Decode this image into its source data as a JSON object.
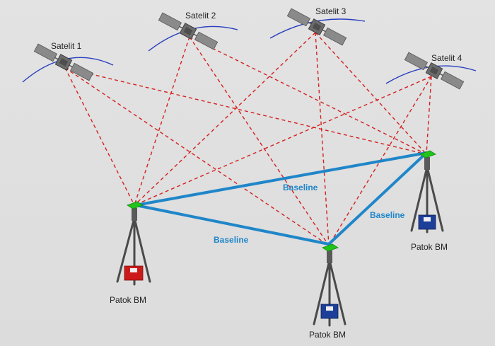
{
  "satellites": [
    {
      "id": "sat1",
      "label": "Satelit 1"
    },
    {
      "id": "sat2",
      "label": "Satelit 2"
    },
    {
      "id": "sat3",
      "label": "Satelit 3"
    },
    {
      "id": "sat4",
      "label": "Satelit 4"
    }
  ],
  "receivers": [
    {
      "id": "rx1",
      "label": "Patok BM",
      "case_color": "#cc1a1a"
    },
    {
      "id": "rx2",
      "label": "Patok BM",
      "case_color": "#1d3f9a"
    },
    {
      "id": "rx3",
      "label": "Patok BM",
      "case_color": "#1d3f9a"
    }
  ],
  "baselines": [
    {
      "id": "b1",
      "label": "Baseline",
      "from": "rx1",
      "to": "rx3"
    },
    {
      "id": "b2",
      "label": "Baseline",
      "from": "rx1",
      "to": "rx2"
    },
    {
      "id": "b3",
      "label": "Baseline",
      "from": "rx2",
      "to": "rx3"
    }
  ],
  "colors": {
    "signal_line": "#d42020",
    "baseline": "#1f86c9",
    "orbit": "#2a3fbf",
    "antenna": "#22c41a"
  }
}
